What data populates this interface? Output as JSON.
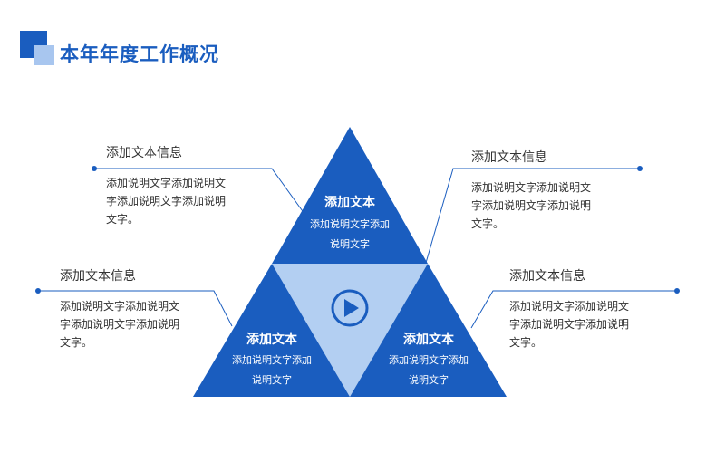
{
  "header": {
    "title": "本年年度工作概况"
  },
  "colors": {
    "accent": "#1a5dbf",
    "light": "#a8c6ef",
    "center": "#b3cff2",
    "text": "#333333"
  },
  "pyramid": {
    "top": {
      "title": "添加文本",
      "text": "添加说明文字添加说明文字"
    },
    "left": {
      "title": "添加文本",
      "text": "添加说明文字添加说明文字"
    },
    "right": {
      "title": "添加文本",
      "text": "添加说明文字添加说明文字"
    },
    "center_icon": "play-icon"
  },
  "callouts": {
    "top_left": {
      "title": "添加文本信息",
      "text": "添加说明文字添加说明文字添加说明文字添加说明文字。"
    },
    "top_right": {
      "title": "添加文本信息",
      "text": "添加说明文字添加说明文字添加说明文字添加说明文字。"
    },
    "bottom_left": {
      "title": "添加文本信息",
      "text": "添加说明文字添加说明文字添加说明文字添加说明文字。"
    },
    "bottom_right": {
      "title": "添加文本信息",
      "text": "添加说明文字添加说明文字添加说明文字添加说明文字。"
    }
  }
}
